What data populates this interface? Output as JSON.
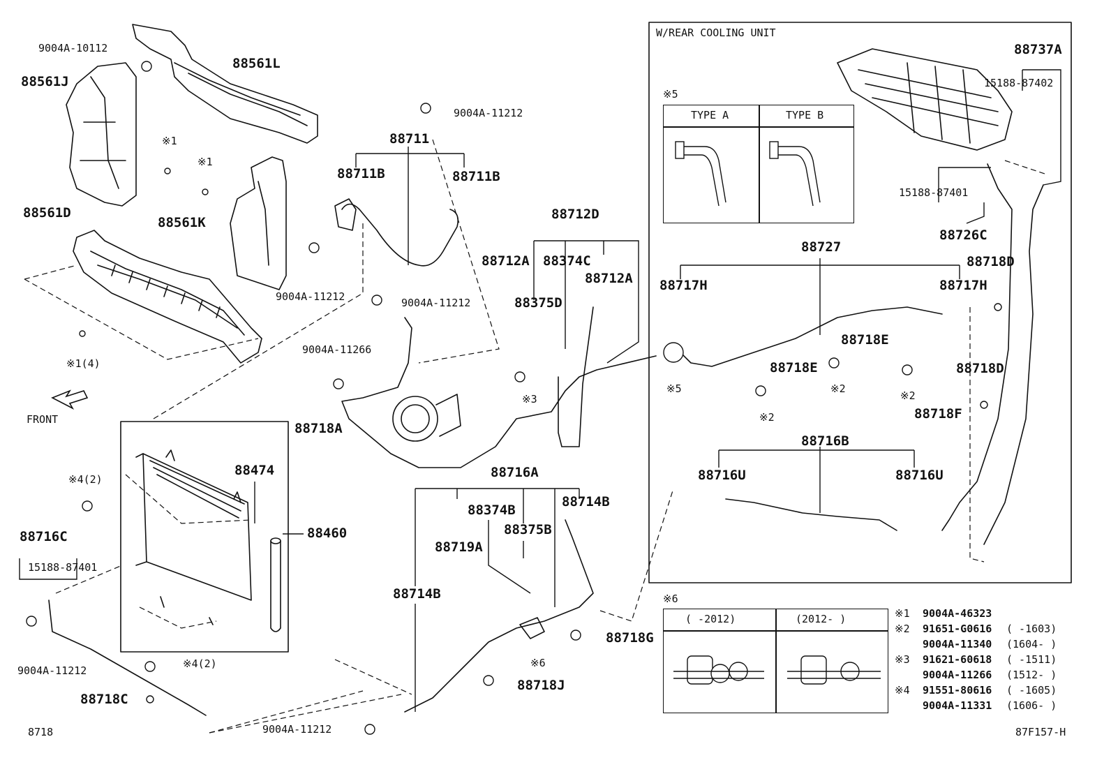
{
  "footer": {
    "left_code": "8718",
    "right_code": "87F157-H"
  },
  "front_label": "FRONT",
  "rear_box": {
    "title": "W/REAR COOLING UNIT"
  },
  "note5": {
    "mark": "※5",
    "type_a": "TYPE A",
    "type_b": "TYPE B"
  },
  "note6": {
    "mark": "※6",
    "col_a": "(    -2012)",
    "col_b": "(2012-     )"
  },
  "legend": [
    {
      "mark": "※1",
      "part": "9004A-46323",
      "range": ""
    },
    {
      "mark": "※2",
      "part": "91651-G0616",
      "range": "(     -1603)"
    },
    {
      "mark": "",
      "part": "9004A-11340",
      "range": "(1604-     )"
    },
    {
      "mark": "※3",
      "part": "91621-60618",
      "range": "(     -1511)"
    },
    {
      "mark": "",
      "part": "9004A-11266",
      "range": "(1512-     )"
    },
    {
      "mark": "※4",
      "part": "91551-80616",
      "range": "(     -1605)"
    },
    {
      "mark": "",
      "part": "9004A-11331",
      "range": "(1606-     )"
    }
  ],
  "callouts": {
    "p88561L": "88561L",
    "p88561J": "88561J",
    "p88561D": "88561D",
    "p88561K": "88561K",
    "b10112": "9004A-10112",
    "m1a": "※1",
    "m1b": "※1",
    "m1c": "※1(4)",
    "b11212_top": "9004A-11212",
    "p88711": "88711",
    "p88711B_l": "88711B",
    "p88711B_r": "88711B",
    "b11212_mid": "9004A-11212",
    "b11212_mid2": "9004A-11212",
    "b11266": "9004A-11266",
    "p88712D": "88712D",
    "p88712A_l": "88712A",
    "p88374C": "88374C",
    "p88712A_r": "88712A",
    "p88375D": "88375D",
    "m3": "※3",
    "p88718A": "88718A",
    "m42a": "※4(2)",
    "p88474": "88474",
    "p88460": "88460",
    "p88716C": "88716C",
    "b15188_l": "15188-87401",
    "b11212_bl": "9004A-11212",
    "m42b": "※4(2)",
    "p88718C": "88718C",
    "b11212_bot": "9004A-11212",
    "p88716A": "88716A",
    "p88374B": "88374B",
    "p88375B": "88375B",
    "p88714B_r": "88714B",
    "p88719A": "88719A",
    "p88714B_l": "88714B",
    "m6": "※6",
    "p88718G": "88718G",
    "p88718J": "88718J",
    "p88737A": "88737A",
    "b15188_87402": "15188-87402",
    "b15188_87401": "15188-87401",
    "p88726C": "88726C",
    "p88727": "88727",
    "p88717H_l": "88717H",
    "p88717H_r": "88717H",
    "p88718D_t": "88718D",
    "p88718D_b": "88718D",
    "p88718E_r": "88718E",
    "p88718E_l": "88718E",
    "m2a": "※2",
    "m2b": "※2",
    "m2c": "※2",
    "p88718F": "88718F",
    "m5": "※5",
    "p88716B": "88716B",
    "p88716U_l": "88716U",
    "p88716U_r": "88716U"
  }
}
